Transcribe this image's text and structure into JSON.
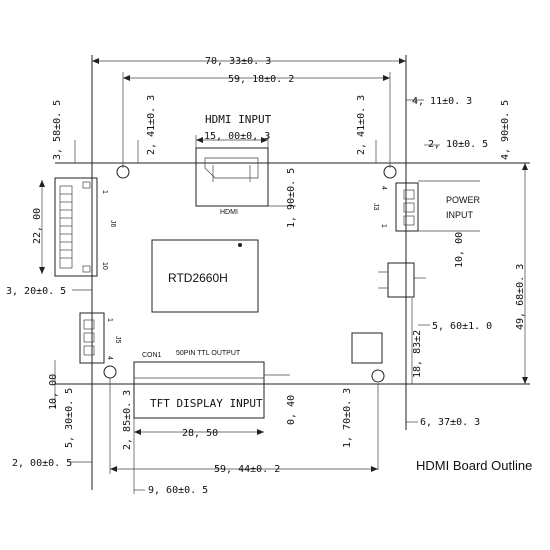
{
  "caption": "HDMI Board Outline",
  "dimensions": {
    "overall_width": "70, 33±0. 3",
    "hole_span_top": "59, 18±0. 2",
    "right_offset": "4, 11±0. 3",
    "left_top_margin": "3, 58±0. 5",
    "left_hole_top": "2, 41±0. 3",
    "hdmi_width": "15, 00±0, 3",
    "right_hole_top": "2, 41±0. 3",
    "right_top_margin": "4, 90±0. 5",
    "power_offset": "2, 10±0. 5",
    "hdmi_depth": "1, 90±0. 5",
    "j6_length": "22, 00",
    "power_height": "10, 00",
    "overall_height": "49, 68±0. 3",
    "j6_offset": "3, 20±0. 5",
    "pot_offset": "5, 60±1. 0",
    "pot_height": "18, 83±2",
    "left_height": "10, 00",
    "j5_offset": "5, 30±0. 5",
    "con1_offset": "2, 85±0. 3",
    "con1_length": "28, 50",
    "con1_gap": "0, 40",
    "hole_bottom": "1, 70±0. 3",
    "right_bottom": "6, 37±0. 3",
    "left_bottom": "2, 00±0. 5",
    "bottom_span": "59, 44±0. 2",
    "bottom_left": "9, 60±0. 5"
  },
  "labels": {
    "hdmi_input": "HDMI INPUT",
    "hdmi_small": "HDMI",
    "power_input_1": "POWER",
    "power_input_2": "INPUT",
    "chip": "RTD2660H",
    "tft": "TFT DISPLAY INPUT",
    "con1": "CON1",
    "pin_ttl": "50PIN TTL OUTPUT",
    "j6": "J6",
    "j5": "J5",
    "j3": "J3",
    "pin_1a": "1",
    "pin_10": "10",
    "pin_1b": "1",
    "pin_4a": "4",
    "pin_4b": "4",
    "pin_1c": "1"
  }
}
